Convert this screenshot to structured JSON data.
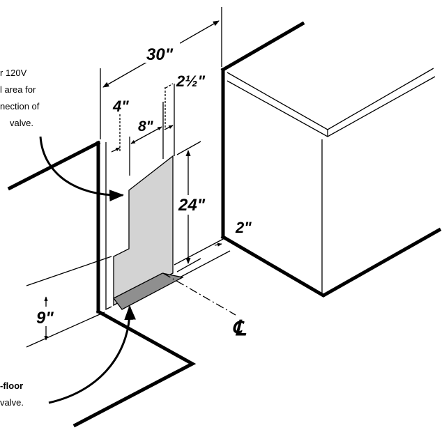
{
  "dimensions": {
    "width_30": "30\"",
    "offset_2_half": "2½\"",
    "width_4": "4\"",
    "width_8": "8\"",
    "height_24": "24\"",
    "depth_2": "2\"",
    "height_9": "9\""
  },
  "callouts": {
    "top_note": [
      "r 120V",
      "l area for",
      "nection of",
      "valve."
    ],
    "bottom_note_bold": "-floor",
    "bottom_note_rest": "valve."
  },
  "centerline_symbol": "℄",
  "colors": {
    "line": "#000000",
    "wall_area_fill": "#d3d3d3",
    "floor_area_fill": "#8f8f8f",
    "background": "#ffffff"
  }
}
